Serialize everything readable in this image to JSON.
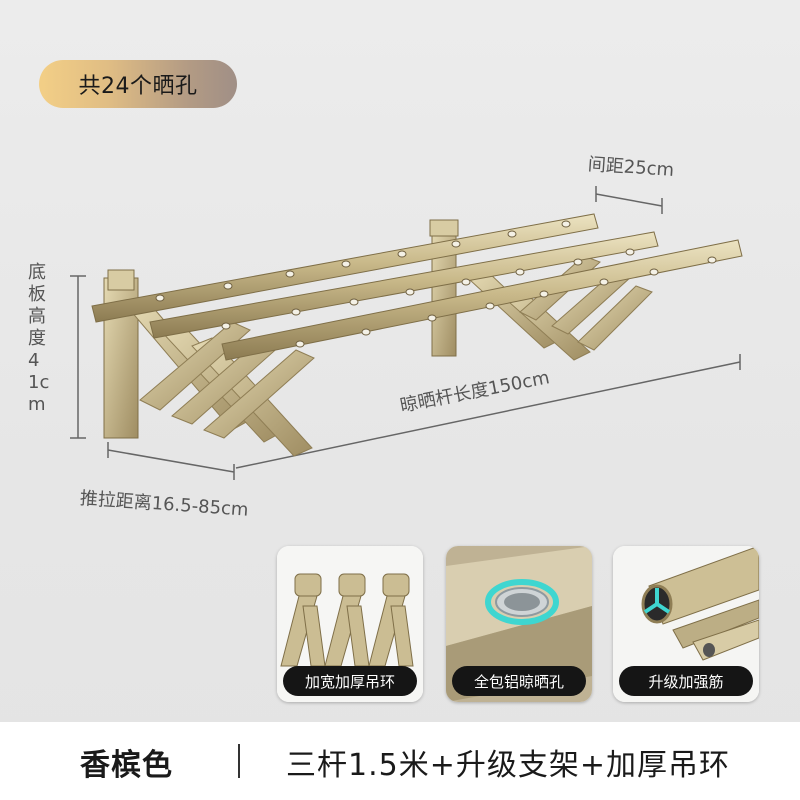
{
  "badge": {
    "text": "共24个晒孔"
  },
  "dimensions": {
    "spacing": "间距25cm",
    "base_height": "底板高度 41cm",
    "rod_length": "晾晒杆长度150cm",
    "push_distance": "推拉距离16.5-85cm"
  },
  "features": [
    {
      "label": "加宽加厚吊环"
    },
    {
      "label": "全包铝晾晒孔"
    },
    {
      "label": "升级加强筋"
    }
  ],
  "footer": {
    "color_name": "香槟色",
    "spec": "三杆1.5米+升级支架+加厚吊环"
  },
  "colors": {
    "champagne": "#c8b98c",
    "badge_gold": "#e9c587",
    "caption_bg": "#151515",
    "accent_cyan": "#3fd6d0"
  }
}
